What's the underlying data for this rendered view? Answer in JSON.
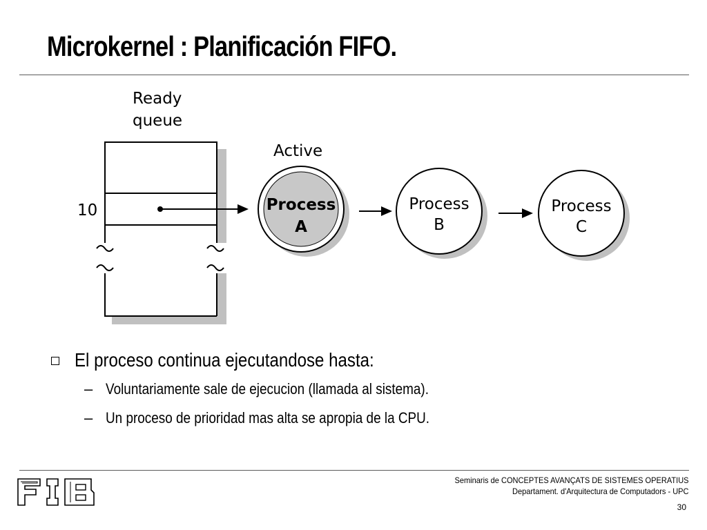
{
  "slide": {
    "title": "Microkernel : Planificación FIFO."
  },
  "diagram": {
    "queue_label_line1": "Ready",
    "queue_label_line2": "queue",
    "priority_label": "10",
    "active_label": "Active",
    "processes": [
      {
        "line1": "Process",
        "line2": "A",
        "state": "active"
      },
      {
        "line1": "Process",
        "line2": "B",
        "state": "waiting"
      },
      {
        "line1": "Process",
        "line2": "C",
        "state": "waiting"
      }
    ],
    "colors": {
      "active_fill": "#c8c8c8",
      "shadow": "#c0c0c0",
      "stroke": "#000000"
    }
  },
  "bullets": {
    "main": "El proceso continua ejecutandose hasta:",
    "marker_icon": "hollow-square-icon",
    "sub_marker": "–",
    "sub": [
      "Voluntariamente sale de ejecucion (llamada al sistema).",
      "Un proceso de prioridad mas alta se apropia de la CPU."
    ]
  },
  "footer": {
    "logo": "FIB",
    "line1": "Seminaris de CONCEPTES AVANÇATS DE SISTEMES OPERATIUS",
    "line2": "Departament.  d'Arquitectura de Computadors - UPC",
    "page_number": "30"
  }
}
